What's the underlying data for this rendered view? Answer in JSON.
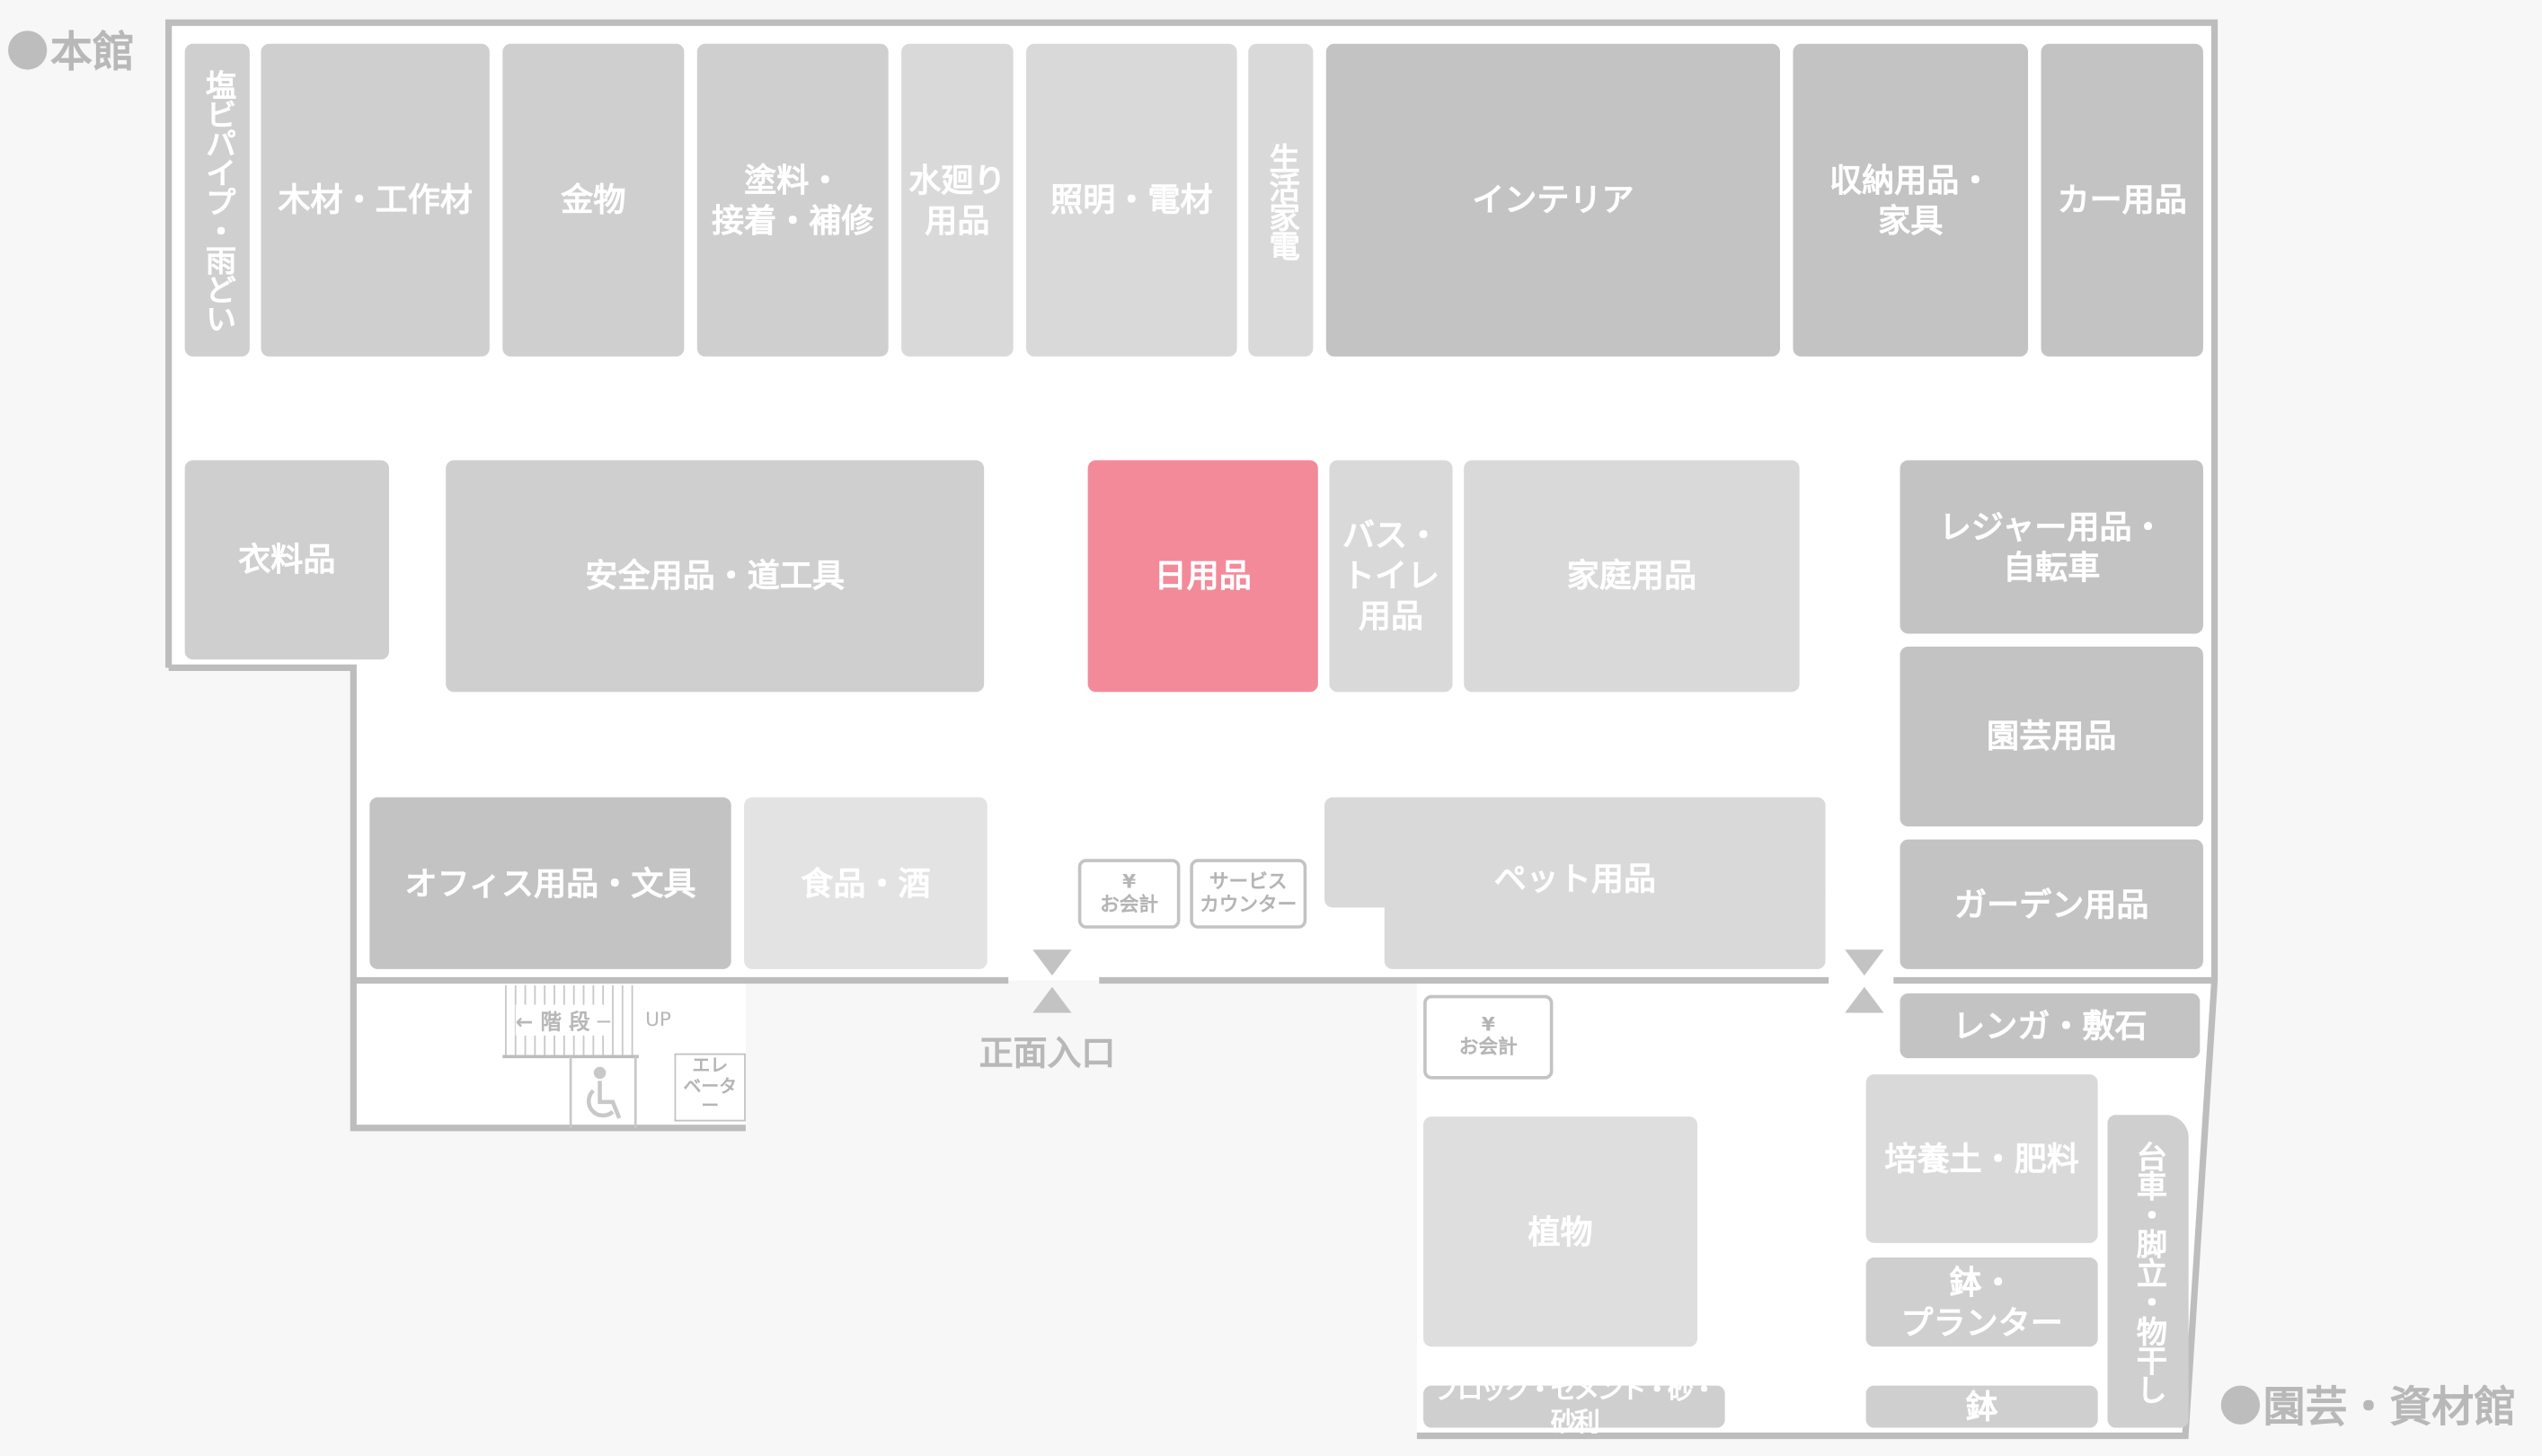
{
  "buildings": {
    "main": "本館",
    "garden": "園芸・資材館"
  },
  "colors": {
    "highlight": "#f38a9a",
    "dark": "#c3c3c3",
    "mid": "#cfcfcf",
    "light": "#d9d9d9",
    "lighter": "#e3e3e3",
    "wall": "#bdbdbd"
  },
  "sections": {
    "pvc": "塩ビパイプ・雨どい",
    "wood": "木材・工作材",
    "hardware": "金物",
    "paint": "塗料・\n接着・補修",
    "water": "水廻り\n用品",
    "lighting": "照明・電材",
    "appliances": "生活家電",
    "interior": "インテリア",
    "storage": "収納用品・\n家具",
    "car": "カー用品",
    "clothing": "衣料品",
    "safety": "安全用品・道工具",
    "daily": "日用品",
    "bath": "バス・\nトイレ\n用品",
    "household": "家庭用品",
    "leisure": "レジャー用品・\n自転車",
    "gardening": "園芸用品",
    "garden": "ガーデン用品",
    "office": "オフィス用品・文具",
    "food": "食品・酒",
    "pet": "ペット用品",
    "brick": "レンガ・敷石",
    "soil": "培養土・肥料",
    "pots_planters": "鉢・\nプランター",
    "pots": "鉢",
    "cart": "台車・脚立・物干し",
    "plants": "植物",
    "block": "ブロック・セメント・砂・砂利"
  },
  "facilities": {
    "checkout1": "¥\nお会計",
    "service": "サービス\nカウンター",
    "checkout2": "¥\nお会計",
    "entrance": "正面入口",
    "stairs": "← 階 段 ─",
    "up": "UP",
    "elevator": "エレ\nベーター"
  }
}
